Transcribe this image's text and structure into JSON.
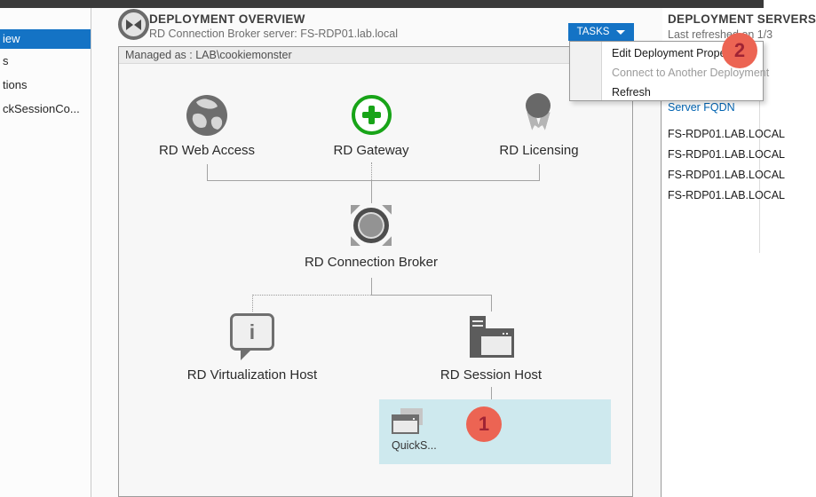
{
  "colors": {
    "accent": "#1473c5",
    "link": "#0063b1",
    "highlight": "#cee9ee",
    "badge": "#ec6453",
    "green": "#18a418"
  },
  "sidebar": {
    "items": [
      {
        "label": "iew",
        "selected": true
      },
      {
        "label": "s",
        "selected": false
      },
      {
        "label": "tions",
        "selected": false
      },
      {
        "label": "ckSessionCo...",
        "selected": false
      }
    ]
  },
  "overview": {
    "title": "DEPLOYMENT OVERVIEW",
    "subtitle": "RD Connection Broker server: FS-RDP01.lab.local",
    "tasks_label": "TASKS",
    "managed_as": "Managed as : LAB\\cookiemonster",
    "nodes": {
      "web": "RD Web Access",
      "gateway": "RD Gateway",
      "licensing": "RD Licensing",
      "broker": "RD Connection Broker",
      "virtualization": "RD Virtualization Host",
      "session": "RD Session Host"
    },
    "collection_label": "QuickS..."
  },
  "menu": {
    "items": [
      {
        "label": "Edit Deployment Properties",
        "enabled": true
      },
      {
        "label": "Connect to Another Deployment",
        "enabled": false
      },
      {
        "label": "Refresh",
        "enabled": true
      }
    ]
  },
  "servers": {
    "title": "DEPLOYMENT SERVERS",
    "refreshed": "Last refreshed on 1/3",
    "column_header": "Server FQDN",
    "rows": [
      "FS-RDP01.LAB.LOCAL",
      "FS-RDP01.LAB.LOCAL",
      "FS-RDP01.LAB.LOCAL",
      "FS-RDP01.LAB.LOCAL"
    ]
  },
  "badges": {
    "one": "1",
    "two": "2"
  }
}
